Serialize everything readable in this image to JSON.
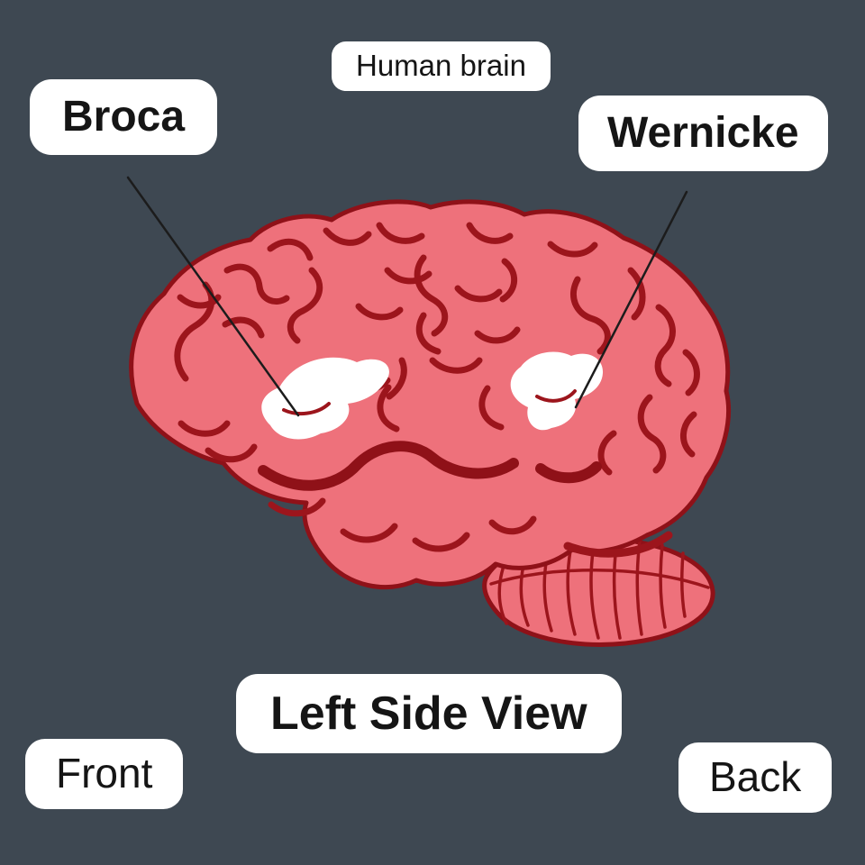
{
  "title": "Human brain",
  "labels": {
    "broca": "Broca",
    "wernicke": "Wernicke",
    "view": "Left Side View",
    "front": "Front",
    "back": "Back"
  },
  "colors": {
    "background": "#3e4852",
    "brain_fill": "#ee717b",
    "brain_outline": "#8f1118",
    "sulci": "#9c151c",
    "area_fill": "#ffffff",
    "label_bg": "#ffffff",
    "label_text": "#151515",
    "leader_line": "#1c1c1c"
  }
}
